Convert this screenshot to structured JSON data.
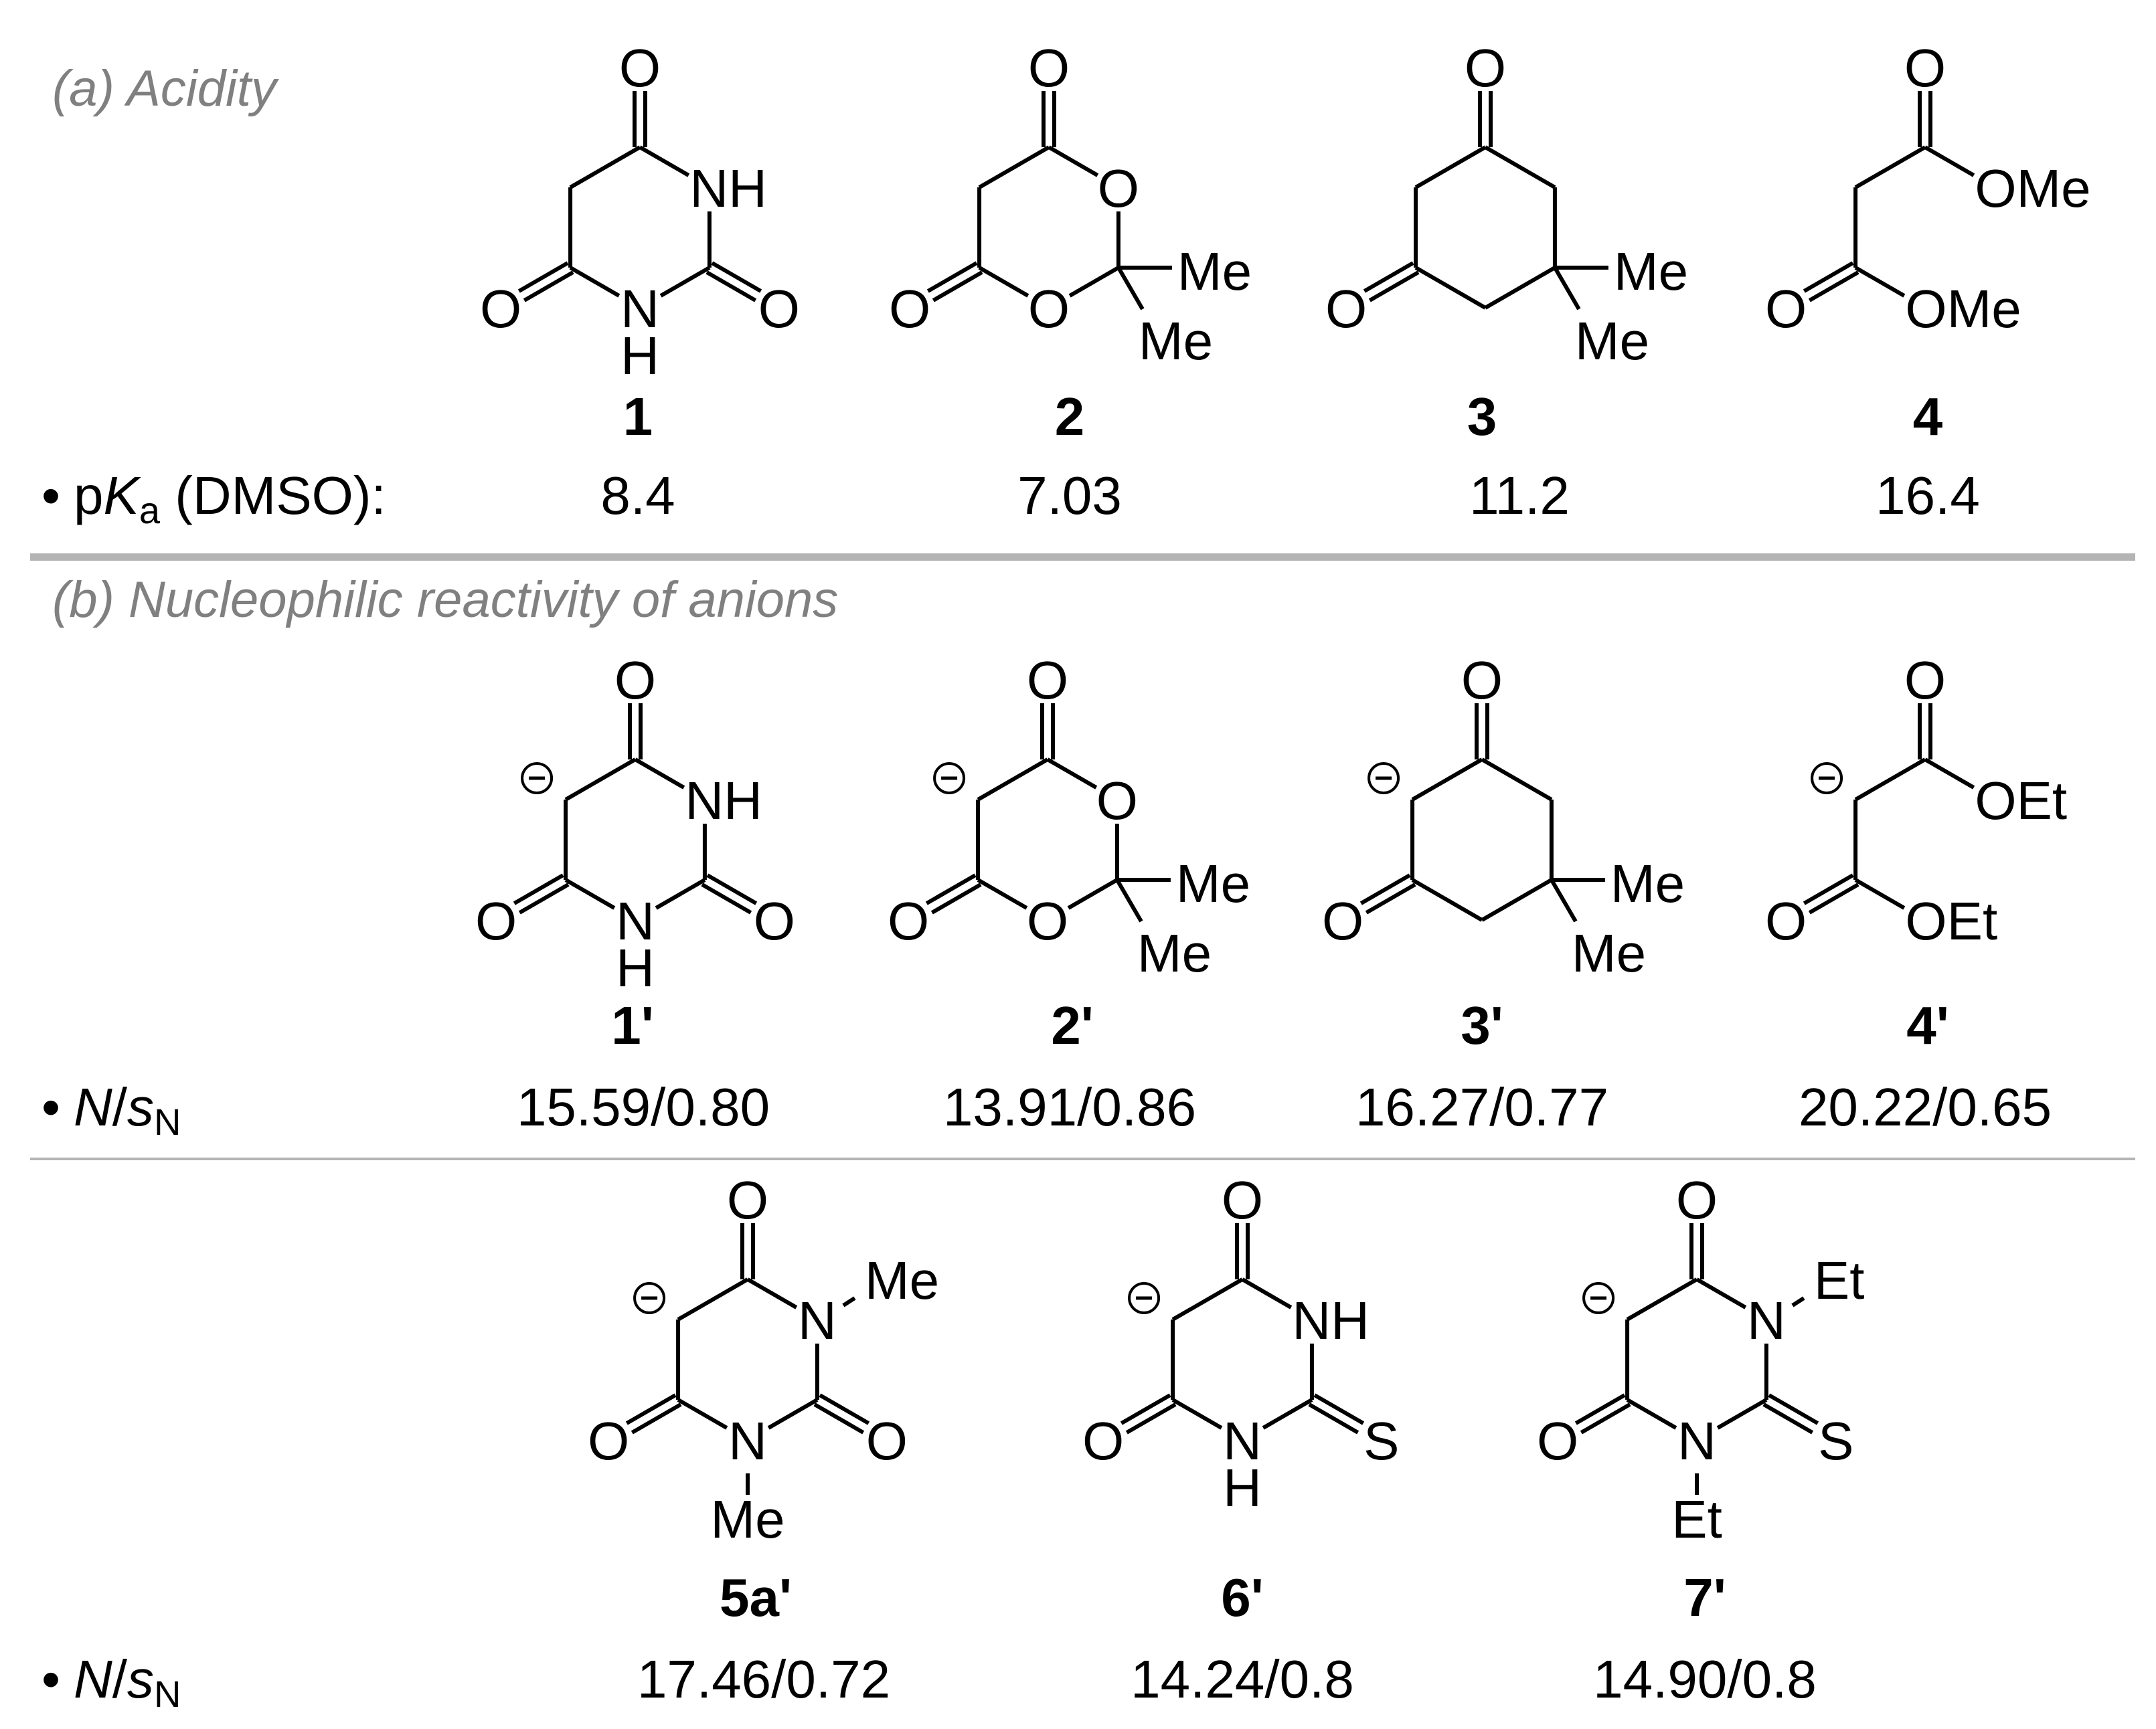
{
  "colors": {
    "section_title": "#808080",
    "divider": "#b4b4b4",
    "ink": "#000000"
  },
  "section_a": {
    "title": "(a) Acidity",
    "row_label": {
      "bullet": "•",
      "p": "p",
      "K": "K",
      "sub": "a",
      "rest": " (DMSO):"
    },
    "compounds": [
      {
        "id": "1",
        "value": "8.4",
        "anion": false,
        "ring": [
          "",
          "NH",
          "",
          "N",
          "",
          ""
        ],
        "subs": [
          {
            "at": 0,
            "pos": "radial",
            "bond": "double",
            "label": "O"
          },
          {
            "at": 2,
            "pos": "radial",
            "bond": "double",
            "label": "O"
          },
          {
            "at": 4,
            "pos": "radial",
            "bond": "double",
            "label": "O"
          },
          {
            "at": 3,
            "pos": "below",
            "bond": "none",
            "label": "H"
          }
        ]
      },
      {
        "id": "2",
        "value": "7.03",
        "anion": false,
        "ring": [
          "",
          "O",
          "",
          "O",
          "",
          ""
        ],
        "subs": [
          {
            "at": 0,
            "pos": "radial",
            "bond": "double",
            "label": "O"
          },
          {
            "at": 4,
            "pos": "radial",
            "bond": "double",
            "label": "O"
          },
          {
            "at": 2,
            "pos": "right",
            "bond": "single",
            "label": "Me"
          },
          {
            "at": 2,
            "pos": "lower",
            "bond": "single",
            "label": "Me"
          }
        ]
      },
      {
        "id": "3",
        "value": "11.2",
        "anion": false,
        "ring": [
          "",
          "",
          "",
          "",
          "",
          ""
        ],
        "subs": [
          {
            "at": 0,
            "pos": "radial",
            "bond": "double",
            "label": "O"
          },
          {
            "at": 4,
            "pos": "radial",
            "bond": "double",
            "label": "O"
          },
          {
            "at": 2,
            "pos": "right",
            "bond": "single",
            "label": "Me"
          },
          {
            "at": 2,
            "pos": "lower",
            "bond": "single",
            "label": "Me"
          }
        ]
      },
      {
        "id": "4",
        "value": "16.4",
        "anion": false,
        "ring": [
          "",
          "OMe",
          null,
          "OMe",
          "",
          ""
        ],
        "subs": [
          {
            "at": 0,
            "pos": "radial",
            "bond": "double",
            "label": "O"
          },
          {
            "at": 4,
            "pos": "radial",
            "bond": "double",
            "label": "O"
          }
        ]
      }
    ]
  },
  "section_b": {
    "title": "(b) Nucleophilic reactivity of anions",
    "row_label": {
      "bullet": "•",
      "N": "N",
      "slash": "/",
      "s": "s",
      "sub": "N"
    },
    "compounds": [
      {
        "id": "1'",
        "value": "15.59/0.80",
        "anion": true,
        "ring": [
          "",
          "NH",
          "",
          "N",
          "",
          ""
        ],
        "subs": [
          {
            "at": 0,
            "pos": "radial",
            "bond": "double",
            "label": "O"
          },
          {
            "at": 2,
            "pos": "radial",
            "bond": "double",
            "label": "O"
          },
          {
            "at": 4,
            "pos": "radial",
            "bond": "double",
            "label": "O"
          },
          {
            "at": 3,
            "pos": "below",
            "bond": "none",
            "label": "H"
          }
        ]
      },
      {
        "id": "2'",
        "value": "13.91/0.86",
        "anion": true,
        "ring": [
          "",
          "O",
          "",
          "O",
          "",
          ""
        ],
        "subs": [
          {
            "at": 0,
            "pos": "radial",
            "bond": "double",
            "label": "O"
          },
          {
            "at": 4,
            "pos": "radial",
            "bond": "double",
            "label": "O"
          },
          {
            "at": 2,
            "pos": "right",
            "bond": "single",
            "label": "Me"
          },
          {
            "at": 2,
            "pos": "lower",
            "bond": "single",
            "label": "Me"
          }
        ]
      },
      {
        "id": "3'",
        "value": "16.27/0.77",
        "anion": true,
        "ring": [
          "",
          "",
          "",
          "",
          "",
          ""
        ],
        "subs": [
          {
            "at": 0,
            "pos": "radial",
            "bond": "double",
            "label": "O"
          },
          {
            "at": 4,
            "pos": "radial",
            "bond": "double",
            "label": "O"
          },
          {
            "at": 2,
            "pos": "right",
            "bond": "single",
            "label": "Me"
          },
          {
            "at": 2,
            "pos": "lower",
            "bond": "single",
            "label": "Me"
          }
        ]
      },
      {
        "id": "4'",
        "value": "20.22/0.65",
        "anion": true,
        "ring": [
          "",
          "OEt",
          null,
          "OEt",
          "",
          ""
        ],
        "subs": [
          {
            "at": 0,
            "pos": "radial",
            "bond": "double",
            "label": "O"
          },
          {
            "at": 4,
            "pos": "radial",
            "bond": "double",
            "label": "O"
          }
        ]
      }
    ]
  },
  "section_c": {
    "row_label": {
      "bullet": "•",
      "N": "N",
      "slash": "/",
      "s": "s",
      "sub": "N"
    },
    "compounds": [
      {
        "id": "5a'",
        "value": "17.46/0.72",
        "anion": true,
        "ring": [
          "",
          "N",
          "",
          "N",
          "",
          ""
        ],
        "subs": [
          {
            "at": 0,
            "pos": "radial",
            "bond": "double",
            "label": "O"
          },
          {
            "at": 2,
            "pos": "radial",
            "bond": "double",
            "label": "O"
          },
          {
            "at": 4,
            "pos": "radial",
            "bond": "double",
            "label": "O"
          },
          {
            "at": 1,
            "pos": "upper-right",
            "bond": "single",
            "label": "Me"
          },
          {
            "at": 3,
            "pos": "below",
            "bond": "single",
            "label": "Me"
          }
        ]
      },
      {
        "id": "6'",
        "value": "14.24/0.8",
        "anion": true,
        "ring": [
          "",
          "NH",
          "",
          "N",
          "",
          ""
        ],
        "subs": [
          {
            "at": 0,
            "pos": "radial",
            "bond": "double",
            "label": "O"
          },
          {
            "at": 2,
            "pos": "radial",
            "bond": "double",
            "label": "S"
          },
          {
            "at": 4,
            "pos": "radial",
            "bond": "double",
            "label": "O"
          },
          {
            "at": 3,
            "pos": "below",
            "bond": "none",
            "label": "H"
          }
        ]
      },
      {
        "id": "7'",
        "value": "14.90/0.8",
        "anion": true,
        "ring": [
          "",
          "N",
          "",
          "N",
          "",
          ""
        ],
        "subs": [
          {
            "at": 0,
            "pos": "radial",
            "bond": "double",
            "label": "O"
          },
          {
            "at": 2,
            "pos": "radial",
            "bond": "double",
            "label": "S"
          },
          {
            "at": 4,
            "pos": "radial",
            "bond": "double",
            "label": "O"
          },
          {
            "at": 1,
            "pos": "upper-right",
            "bond": "single",
            "label": "Et"
          },
          {
            "at": 3,
            "pos": "below",
            "bond": "single",
            "label": "Et"
          }
        ]
      }
    ]
  }
}
